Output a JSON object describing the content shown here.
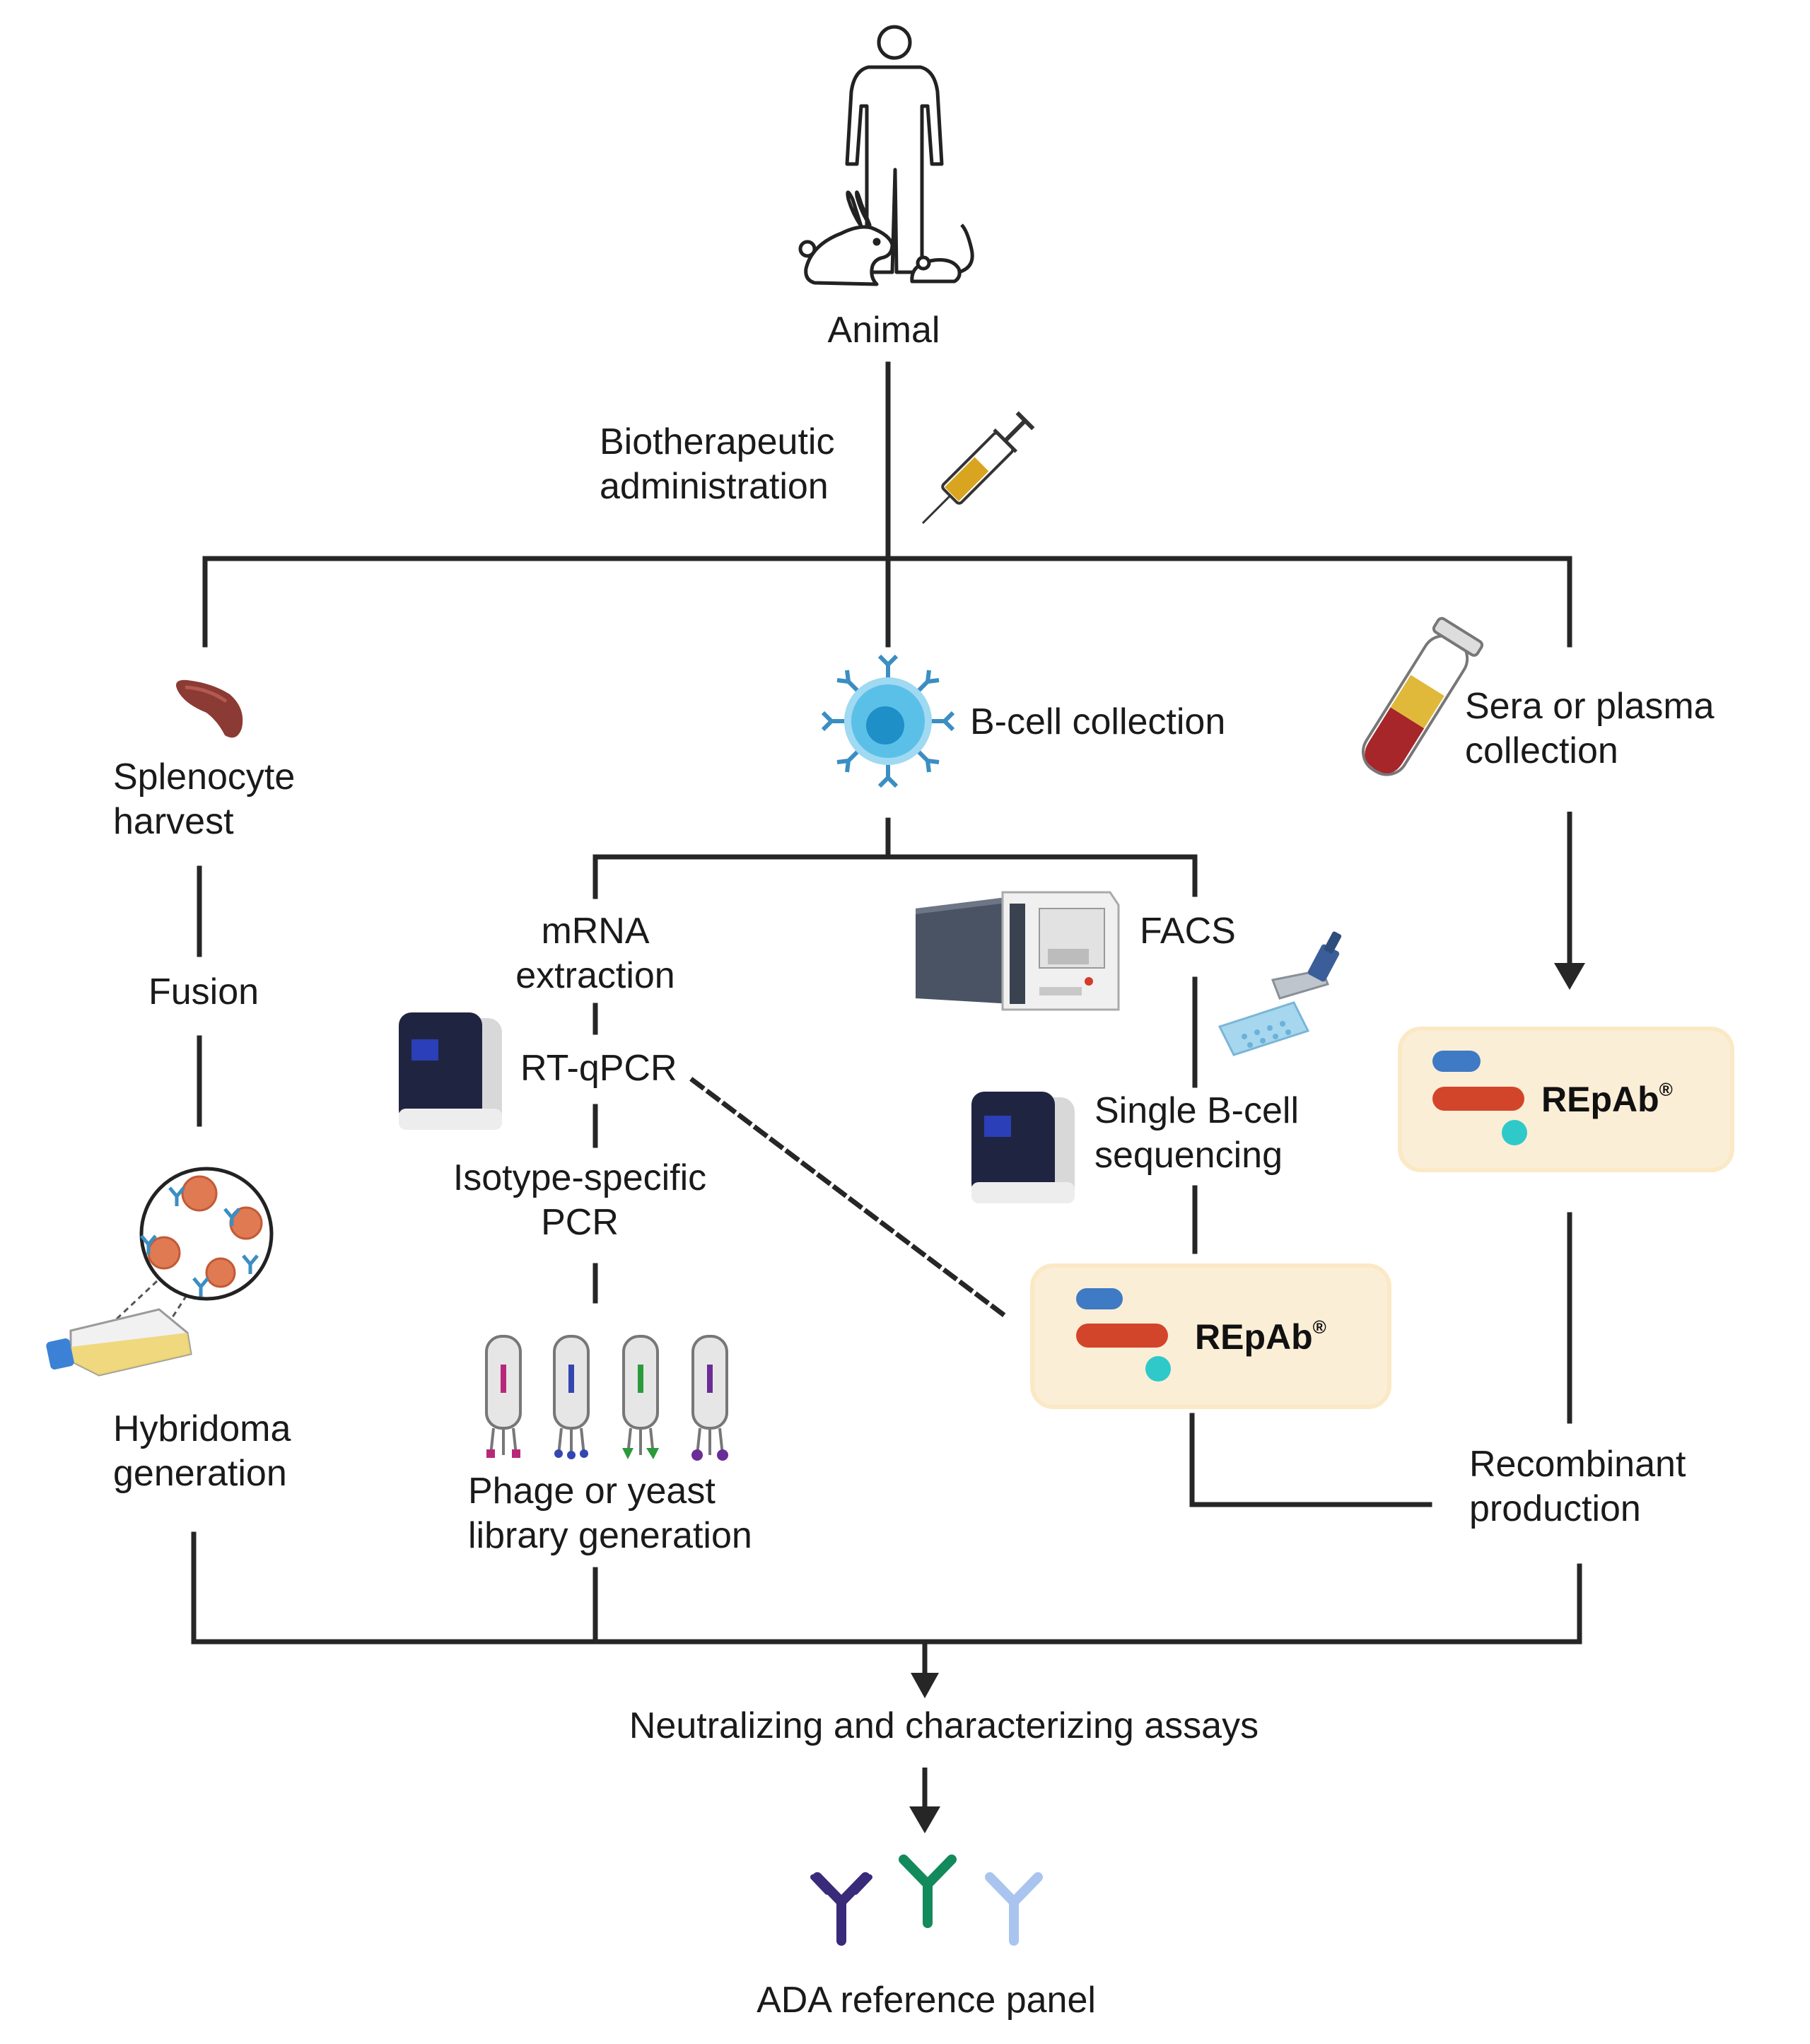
{
  "labels": {
    "animal": "Animal",
    "administration": [
      "Biotherapeutic",
      "administration"
    ],
    "splenocyte": [
      "Splenocyte",
      "harvest"
    ],
    "fusion": "Fusion",
    "hybridoma": [
      "Hybridoma",
      "generation"
    ],
    "bcell": "B-cell collection",
    "sera": [
      "Sera or plasma",
      "collection"
    ],
    "mrna": [
      "mRNA",
      "extraction"
    ],
    "rtqpcr": "RT-qPCR",
    "isotype": [
      "Isotype-specific",
      "PCR"
    ],
    "phage": [
      "Phage or yeast",
      "library generation"
    ],
    "facs": "FACS",
    "single_bcell": [
      "Single B-cell",
      "sequencing"
    ],
    "recombinant": [
      "Recombinant",
      "production"
    ],
    "assays": "Neutralizing and characterizing assays",
    "panel": "ADA reference panel"
  },
  "repab": {
    "name": "REpAb",
    "mark": "®"
  },
  "colors": {
    "line": "#262626",
    "repab_bg": "#fbeed6",
    "repab_blue": "#3f7ac4",
    "repab_red": "#d2452a",
    "repab_teal": "#2fc9c9",
    "antibody_navy": "#3a2a7a",
    "antibody_green": "#138a5c",
    "antibody_light": "#a9c4ee",
    "bcell": "#5bc0e8",
    "spleen": "#8c3a34",
    "blood": "#a6262a",
    "serum": "#e0b93a"
  },
  "icons": [
    "person-icon",
    "rabbit-icon",
    "mouse-icon",
    "syringe-icon",
    "spleen-icon",
    "b-cell-icon",
    "blood-tube-icon",
    "facs-machine-icon",
    "pipette-plate-icon",
    "pcr-machine-icon",
    "sequencer-icon",
    "culture-flask-icon",
    "hybridoma-cells-icon",
    "phage-icon",
    "antibody-icon"
  ]
}
